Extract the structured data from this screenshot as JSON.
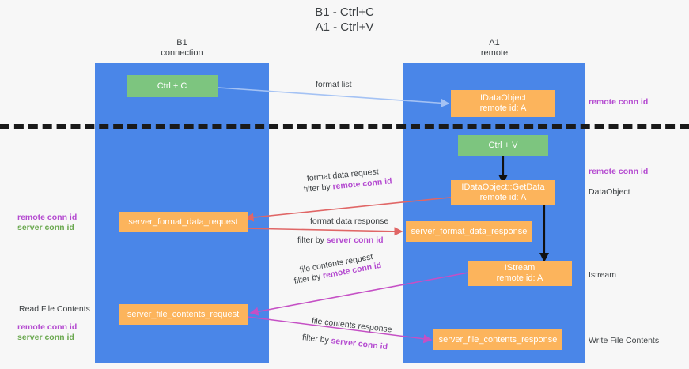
{
  "title": {
    "line1": "B1 - Ctrl+C",
    "line2": "A1 - Ctrl+V"
  },
  "lanes": [
    {
      "name": "B1",
      "role": "connection"
    },
    {
      "name": "A1",
      "role": "remote"
    }
  ],
  "boxes": {
    "ctrl_c": "Ctrl + C",
    "ctrl_v": "Ctrl + V",
    "idataobject_line1": "IDataObject",
    "idataobject_line2": "remote id: A",
    "getdata_line1": "IDataObject::GetData",
    "getdata_line2": "remote id: A",
    "istream_line1": "IStream",
    "istream_line2": "remote id: A",
    "server_format_data_request": "server_format_data_request",
    "server_format_data_response": "server_format_data_response",
    "server_file_contents_request": "server_file_contents_request",
    "server_file_contents_response": "server_file_contents_response"
  },
  "arrows": {
    "format_list": "format list",
    "format_data_request": "format data request",
    "format_data_request_filter_prefix": "filter by ",
    "format_data_request_filter_key": "remote conn id",
    "format_data_response": "format data response",
    "format_data_response_filter_prefix": "filter by ",
    "format_data_response_filter_key": "server conn id",
    "file_contents_request": "file contents request",
    "file_contents_request_filter_prefix": "filter by ",
    "file_contents_request_filter_key": "remote conn id",
    "file_contents_response": "file contents response",
    "file_contents_response_filter_prefix": "filter by ",
    "file_contents_response_filter_key": "server conn id"
  },
  "right_labels": {
    "remote_conn_id_top": "remote conn id",
    "remote_conn_id_mid": "remote conn id",
    "dataobject": "DataObject",
    "istream": "Istream",
    "write_file_contents": "Write File Contents"
  },
  "left_labels": {
    "remote_conn_id_mid": "remote conn id",
    "server_conn_id_mid": "server conn id",
    "read_file_contents": "Read File Contents",
    "remote_conn_id_bottom": "remote conn id",
    "server_conn_id_bottom": "server conn id"
  },
  "colors": {
    "lane_blue": "#4a86e8",
    "box_green": "#7dc57f",
    "box_orange": "#fcb45c",
    "purple": "#b44ad0",
    "green_text": "#6aa84f",
    "arrow_blue": "#a4c2f4",
    "arrow_red": "#e06666",
    "arrow_magenta": "#c550c5",
    "arrow_black": "#1a1a1a",
    "background": "#f7f7f7"
  }
}
